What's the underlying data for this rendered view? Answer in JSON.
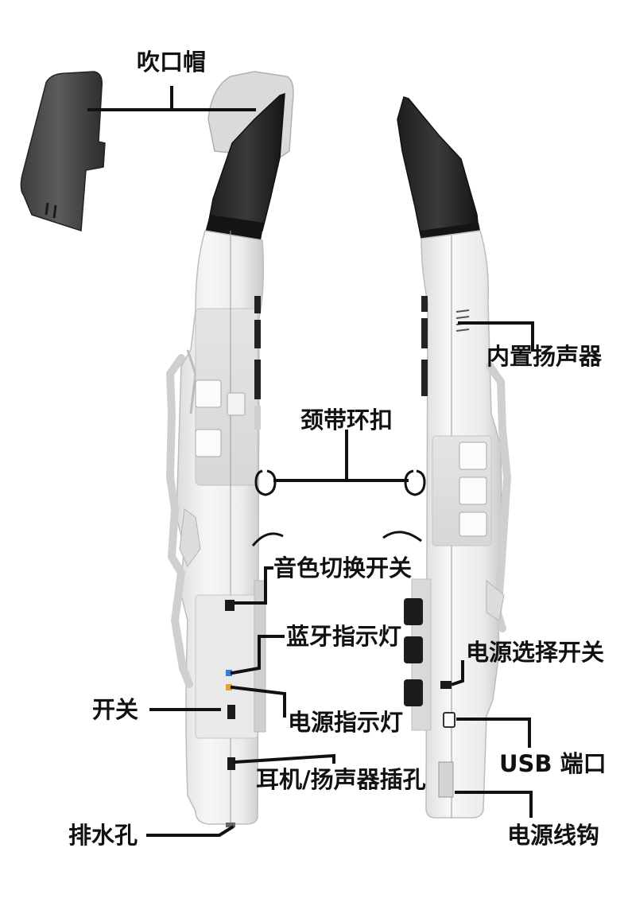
{
  "labels": {
    "mouthpiece_cap": "吹口帽",
    "builtin_speaker": "内置扬声器",
    "neck_strap_hook": "颈带环扣",
    "tone_switch": "音色切换开关",
    "bluetooth_indicator": "蓝牙指示灯",
    "power_select_switch": "电源选择开关",
    "power_switch": "开关",
    "power_indicator": "电源指示灯",
    "usb_port": "USB 端口",
    "headphone_jack": "耳机/扬声器插孔",
    "drain_hole": "排水孔",
    "power_cord_hook": "电源线钩"
  },
  "colors": {
    "body": "#f2f2f2",
    "body_edge": "#c8c8c8",
    "mouthpiece": "#2b2b2b",
    "cap": "#4a4a4a",
    "leader": "#111111",
    "bluetooth_led": "#2f7fd6",
    "power_led": "#e8a02a"
  }
}
